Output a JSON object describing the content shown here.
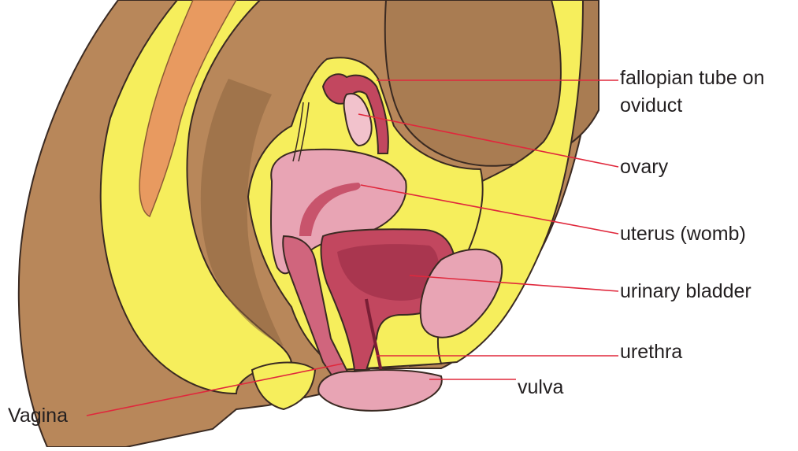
{
  "labels": {
    "fallopian_tube_line1": "fallopian tube on",
    "fallopian_tube_line2": "oviduct",
    "ovary": "ovary",
    "uterus": "uterus (womb)",
    "urinary_bladder": "urinary bladder",
    "urethra": "urethra",
    "vulva": "vulva",
    "vagina": "Vagina"
  },
  "colors": {
    "skin": "#b8875a",
    "skin_dark": "#8d6440",
    "fat": "#f6ee5c",
    "uterus": "#e8a4b4",
    "uterus_inner": "#f2c2cc",
    "bladder": "#c2475f",
    "bladder_dark": "#9e2f48",
    "bone": "#e89a60",
    "leader_line": "#e0283c",
    "text": "#231f20"
  }
}
